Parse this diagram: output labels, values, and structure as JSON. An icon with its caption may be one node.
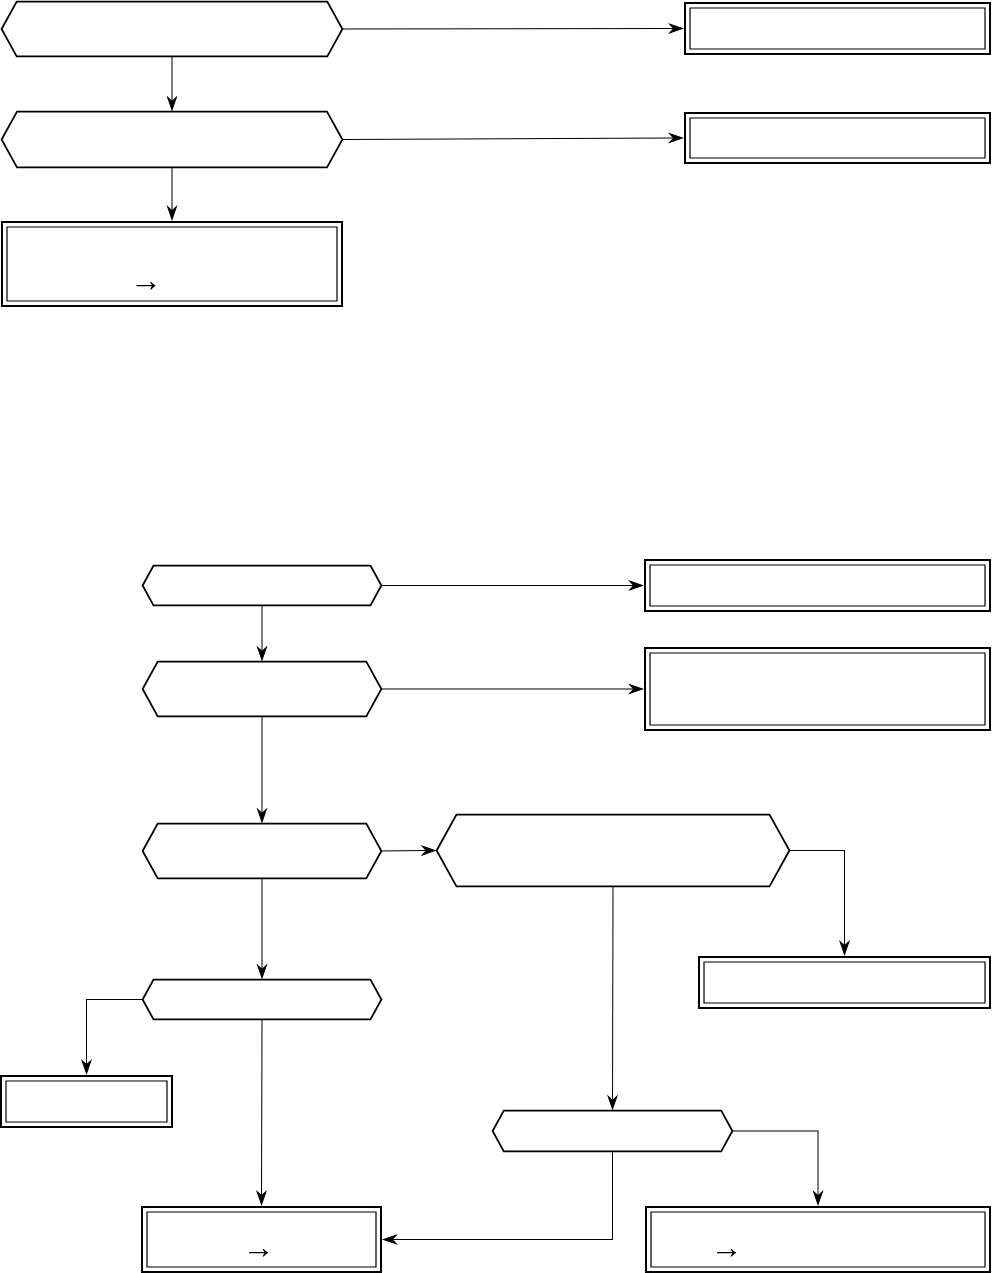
{
  "diagram": {
    "nodes": [
      {
        "text": [],
        "shape": "hexagon"
      },
      {
        "text": [],
        "shape": "box"
      },
      {
        "text": [],
        "shape": "hexagon"
      },
      {
        "text": [],
        "shape": "box"
      },
      {
        "text": [
          "→"
        ]
      },
      {
        "text": [],
        "shape": "hexagon"
      },
      {
        "text": [],
        "shape": "box"
      },
      {
        "text": [],
        "shape": "hexagon"
      },
      {
        "text": [],
        "shape": "box"
      },
      {
        "text": [],
        "shape": "hexagon"
      },
      {
        "text": [],
        "shape": "hexagon"
      },
      {
        "text": [],
        "shape": "box"
      },
      {
        "text": [],
        "shape": "hexagon"
      },
      {
        "text": [],
        "shape": "box"
      },
      {
        "text": [],
        "shape": "hexagon"
      },
      {
        "text": [
          "→"
        ]
      },
      {
        "text": [
          "→"
        ]
      }
    ],
    "edges": [
      {
        "from": 0,
        "to": 1,
        "arrow": "to"
      },
      {
        "from": 0,
        "to": 2,
        "arrow": "to"
      },
      {
        "from": 2,
        "to": 3,
        "arrow": "to"
      },
      {
        "from": 2,
        "to": 4,
        "arrow": "to"
      },
      {
        "from": 5,
        "to": 6,
        "arrow": "to"
      },
      {
        "from": 5,
        "to": 7,
        "arrow": "to"
      },
      {
        "from": 7,
        "to": 8,
        "arrow": "to"
      },
      {
        "from": 7,
        "to": 9,
        "arrow": "to"
      },
      {
        "from": 9,
        "to": 10,
        "arrow": "to"
      },
      {
        "from": 10,
        "to": 11,
        "arrow": "to"
      },
      {
        "from": 9,
        "to": 12,
        "arrow": "to"
      },
      {
        "from": 10,
        "to": 14,
        "arrow": "to"
      },
      {
        "from": 12,
        "to": 13,
        "arrow": "to"
      },
      {
        "from": 12,
        "to": 15,
        "arrow": "to"
      },
      {
        "from": 14,
        "to": 16,
        "arrow": "to"
      },
      {
        "from": 14,
        "to": 15,
        "arrow": "to"
      }
    ]
  }
}
